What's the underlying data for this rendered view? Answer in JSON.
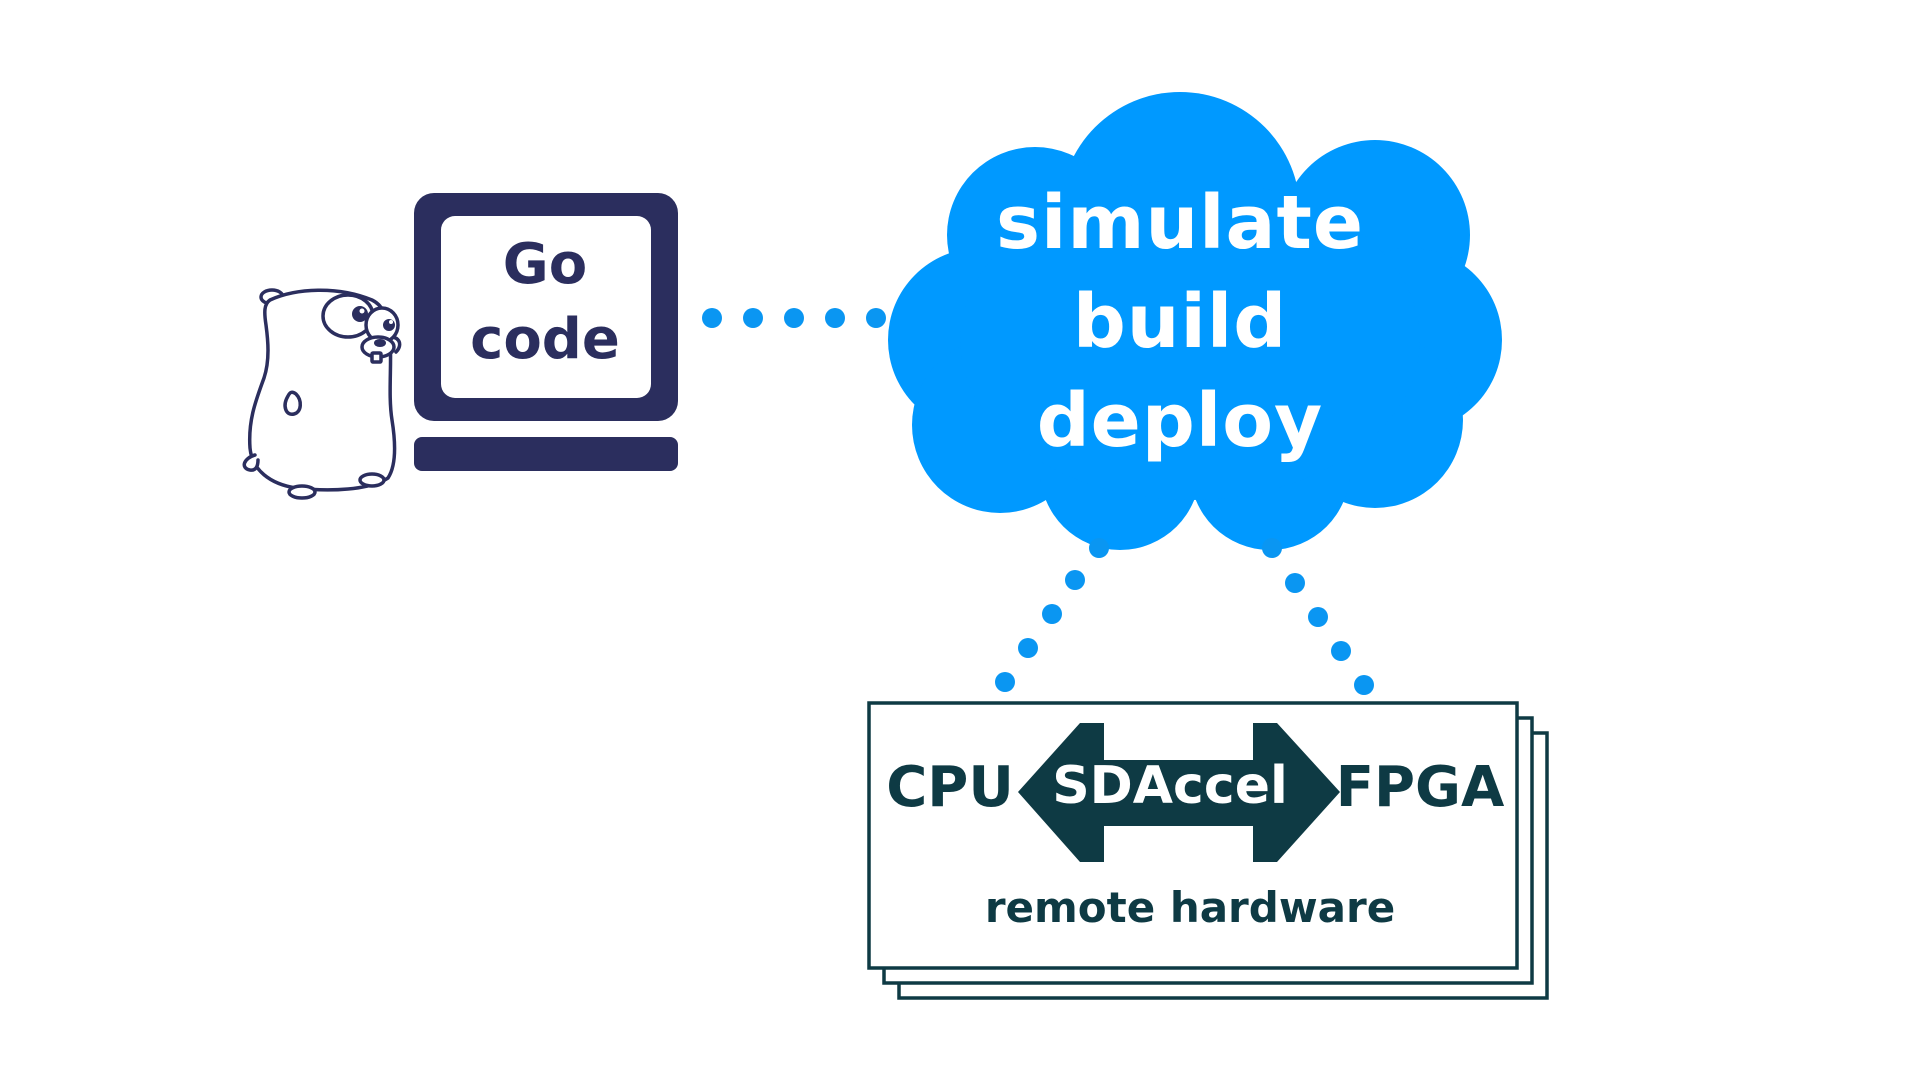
{
  "colors": {
    "navy": "#2b2e5e",
    "cloud_blue": "#0099ff",
    "dot_blue": "#0a96f2",
    "dark_teal": "#0e3a44",
    "white": "#ffffff"
  },
  "icons": {
    "mascot": "gopher-icon",
    "computer": "laptop-icon",
    "cloud": "cloud-icon",
    "arrow": "double-arrow-icon"
  },
  "laptop": {
    "line1": "Go",
    "line2": "code"
  },
  "cloud": {
    "line1": "simulate",
    "line2": "build",
    "line3": "deploy"
  },
  "hardware": {
    "left_label": "CPU",
    "arrow_label": "SDAccel",
    "right_label": "FPGA",
    "caption": "remote hardware"
  }
}
